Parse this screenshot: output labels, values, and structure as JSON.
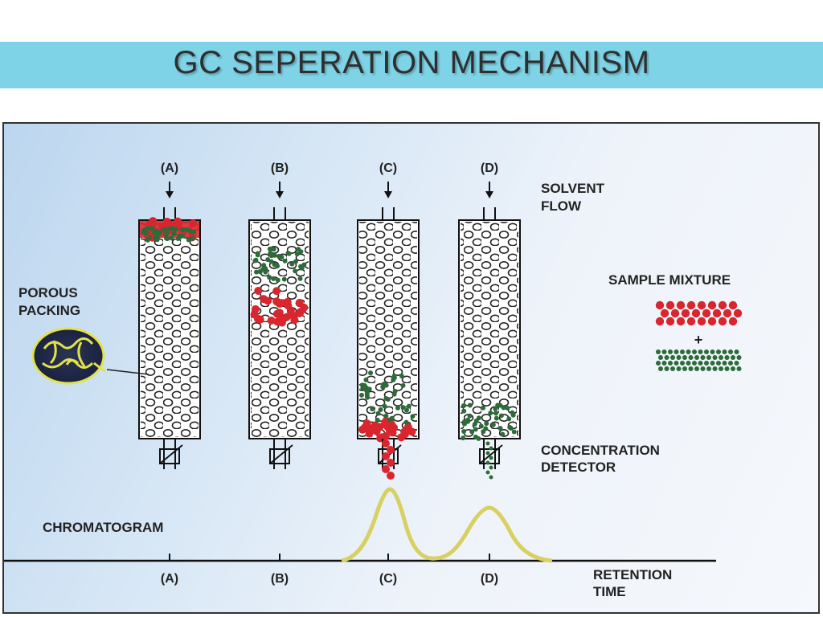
{
  "title": "GC SEPERATION MECHANISM",
  "columns": [
    {
      "label": "(A)",
      "axis_label": "(A)"
    },
    {
      "label": "(B)",
      "axis_label": "(B)"
    },
    {
      "label": "(C)",
      "axis_label": "(C)"
    },
    {
      "label": "(D)",
      "axis_label": "(D)"
    }
  ],
  "labels": {
    "solvent_flow_1": "SOLVENT",
    "solvent_flow_2": "FLOW",
    "porous_1": "POROUS",
    "porous_2": "PACKING",
    "sample_mixture": "SAMPLE MIXTURE",
    "plus": "+",
    "detector_1": "CONCENTRATION",
    "detector_2": "DETECTOR",
    "chromatogram": "CHROMATOGRAM",
    "retention_1": "RETENTION",
    "retention_2": "TIME"
  },
  "colors": {
    "title_bar": "#7ed3e6",
    "red_component": "#d9262e",
    "green_component": "#2e6b3a",
    "peak": "#d8d060"
  }
}
